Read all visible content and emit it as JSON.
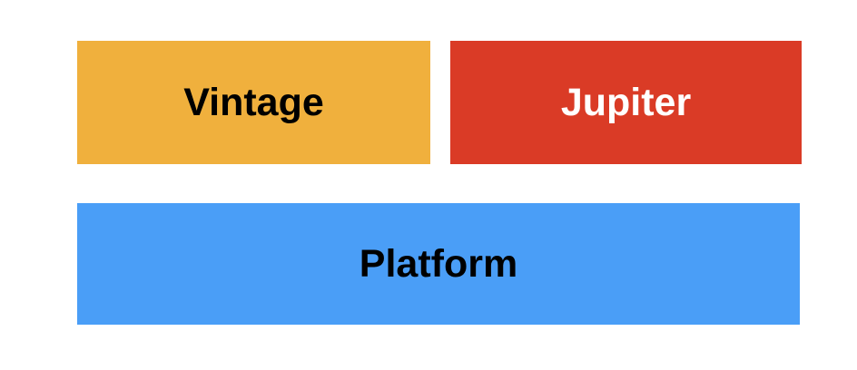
{
  "canvas": {
    "background_color": "#ffffff"
  },
  "blocks": [
    {
      "label": "Vintage",
      "color": "#F0B03D",
      "text_color": "#000000"
    },
    {
      "label": "Jupiter",
      "color": "#DA3B26",
      "text_color": "#FFFFFF"
    },
    {
      "label": "Platform",
      "color": "#4A9EF7",
      "text_color": "#000000"
    }
  ]
}
